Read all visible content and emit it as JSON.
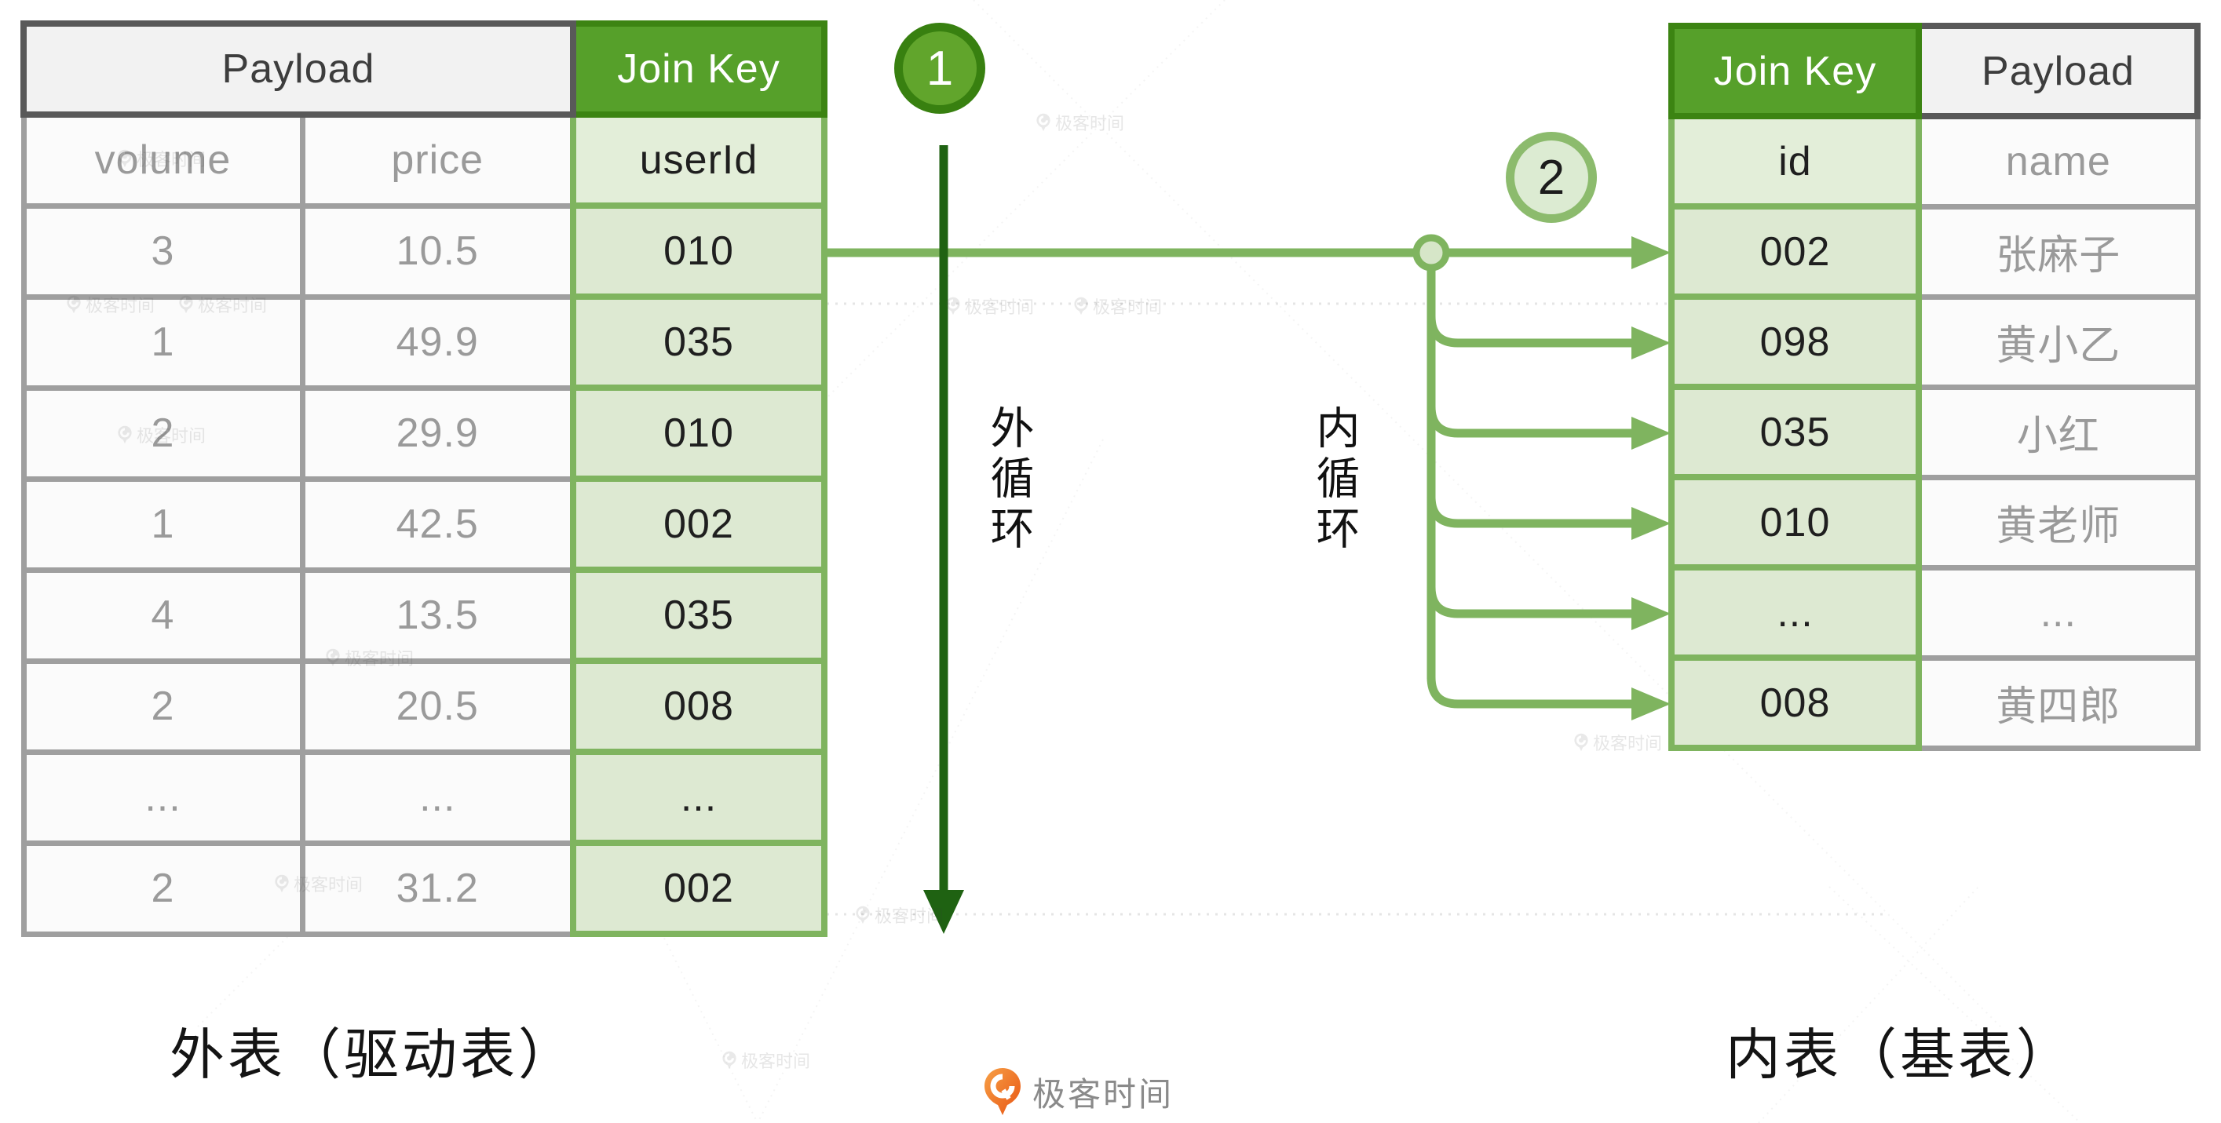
{
  "left_table": {
    "caption": "外表（驱动表）",
    "header": {
      "payload": "Payload",
      "join_key": "Join Key"
    },
    "columns": [
      "volume",
      "price",
      "userId"
    ],
    "rows": [
      [
        "3",
        "10.5",
        "010"
      ],
      [
        "1",
        "49.9",
        "035"
      ],
      [
        "2",
        "29.9",
        "010"
      ],
      [
        "1",
        "42.5",
        "002"
      ],
      [
        "4",
        "13.5",
        "035"
      ],
      [
        "2",
        "20.5",
        "008"
      ],
      [
        "...",
        "...",
        "..."
      ],
      [
        "2",
        "31.2",
        "002"
      ]
    ]
  },
  "right_table": {
    "caption": "内表（基表）",
    "header": {
      "join_key": "Join Key",
      "payload": "Payload"
    },
    "columns": [
      "id",
      "name"
    ],
    "rows": [
      [
        "002",
        "张麻子"
      ],
      [
        "098",
        "黄小乙"
      ],
      [
        "035",
        "小红"
      ],
      [
        "010",
        "黄老师"
      ],
      [
        "...",
        "..."
      ],
      [
        "008",
        "黄四郎"
      ]
    ]
  },
  "annotations": {
    "step1": "1",
    "step2": "2",
    "outer_loop": "外循环",
    "inner_loop": "内循环"
  },
  "logo": {
    "text": "极客时间",
    "icon": "geektime-pin-icon"
  },
  "watermark": {
    "text": "极客时间",
    "icon": "watermark-pin-icon"
  },
  "colors": {
    "header_green": "#56a02a",
    "header_green_border": "#3c8412",
    "cell_green": "#dde9d2",
    "cell_green_light": "#e3eed9",
    "green_line": "#7fb45f",
    "dark_green_arrow": "#1f6212",
    "badge1_fill": "#61a52c",
    "badge1_border": "#388010",
    "badge2_fill": "#dcebd2",
    "badge2_border": "#8cbb6d",
    "gray_border": "#9f9f9f",
    "dark_border": "#595959",
    "header_gray_bg": "#f2f2f2",
    "cell_bg": "#fbfbfb",
    "muted_text": "#9a9a9a",
    "dark_text": "#1f1f1f",
    "logo_orange": "#ee7724",
    "logo_text_gray": "#8a8a8a"
  }
}
